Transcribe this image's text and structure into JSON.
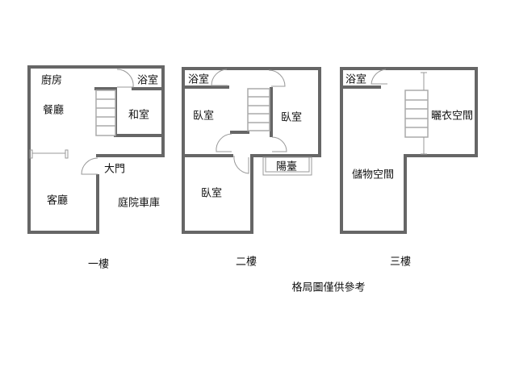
{
  "floors": [
    {
      "caption": "一樓",
      "rooms": {
        "kitchen": "廚房",
        "bath": "浴室",
        "dining": "餐廳",
        "japanese_room": "和室",
        "main_door": "大門",
        "living": "客廳",
        "yard_garage": "庭院車庫"
      }
    },
    {
      "caption": "二樓",
      "rooms": {
        "bath": "浴室",
        "bedroom_left": "臥室",
        "bedroom_right": "臥室",
        "balcony": "陽臺",
        "bedroom_lower": "臥室"
      }
    },
    {
      "caption": "三樓",
      "rooms": {
        "bath": "浴室",
        "drying_space": "曬衣空間",
        "storage_space": "儲物空間"
      }
    }
  ],
  "note": "格局圖僅供參考",
  "colors": {
    "wall": "#666666"
  }
}
